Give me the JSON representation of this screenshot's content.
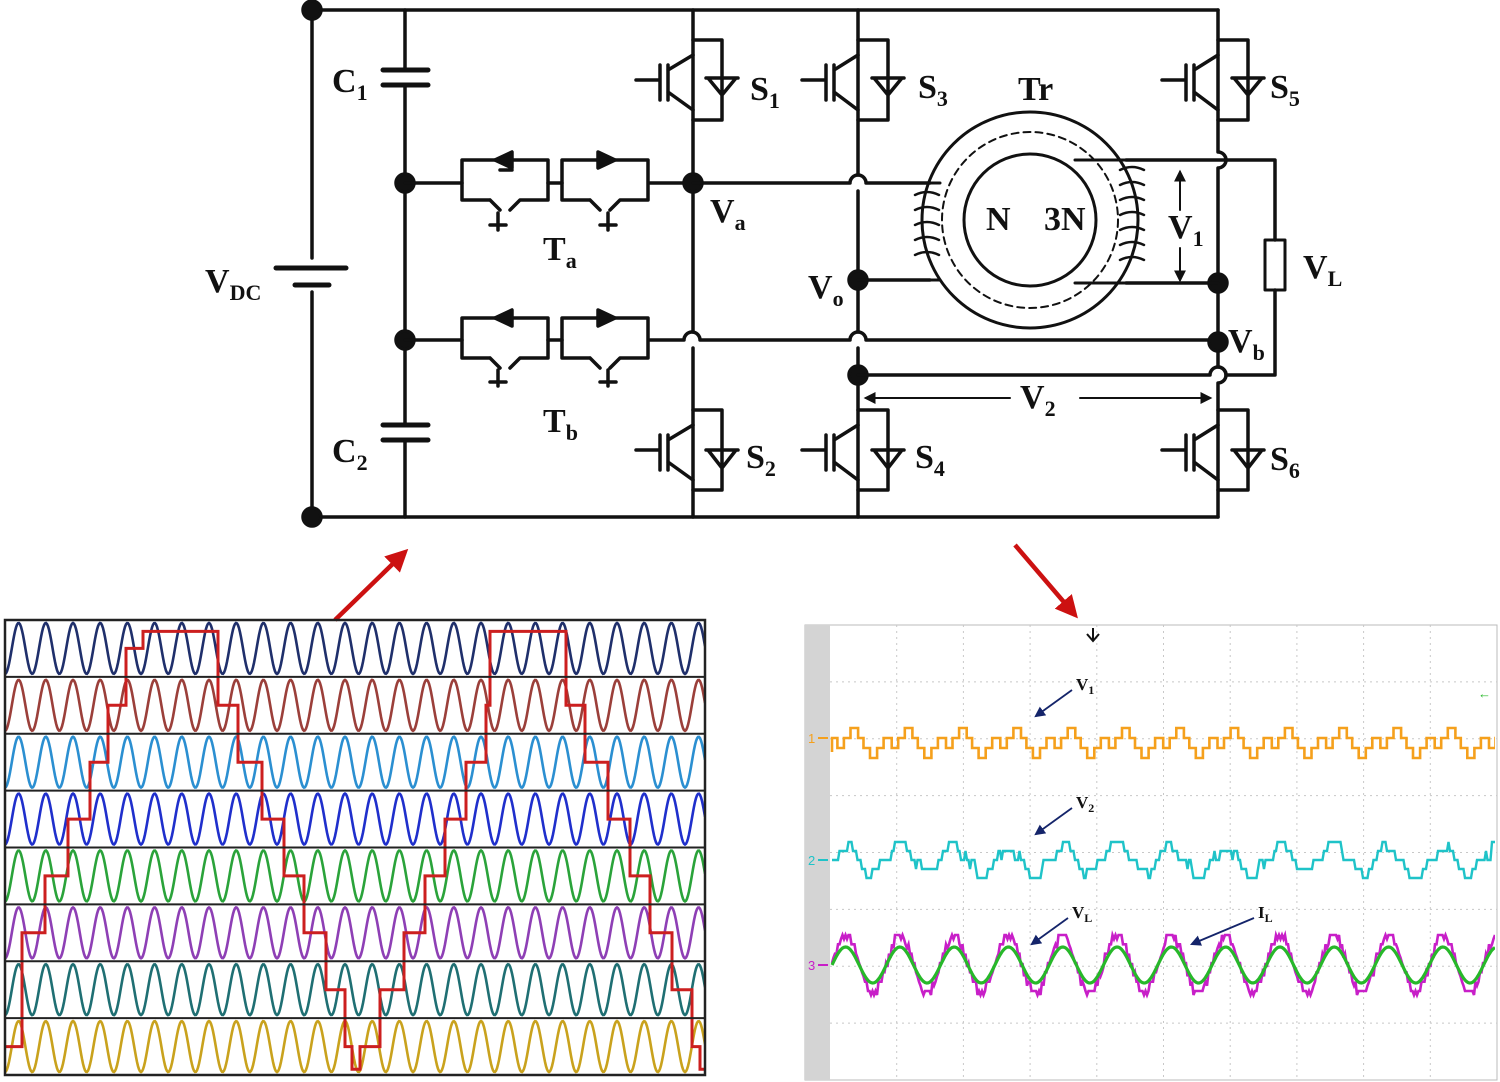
{
  "circuit": {
    "labels": {
      "vdc": {
        "main": "V",
        "sub": "DC"
      },
      "c1": {
        "main": "C",
        "sub": "1"
      },
      "c2": {
        "main": "C",
        "sub": "2"
      },
      "ta": {
        "main": "T",
        "sub": "a"
      },
      "tb": {
        "main": "T",
        "sub": "b"
      },
      "va": {
        "main": "V",
        "sub": "a"
      },
      "vo": {
        "main": "V",
        "sub": "o"
      },
      "vb": {
        "main": "V",
        "sub": "b"
      },
      "s1": {
        "main": "S",
        "sub": "1"
      },
      "s2": {
        "main": "S",
        "sub": "2"
      },
      "s3": {
        "main": "S",
        "sub": "3"
      },
      "s4": {
        "main": "S",
        "sub": "4"
      },
      "s5": {
        "main": "S",
        "sub": "5"
      },
      "s6": {
        "main": "S",
        "sub": "6"
      },
      "tr": "Tr",
      "n": "N",
      "n3": "3N",
      "v1": {
        "main": "V",
        "sub": "1"
      },
      "v2": {
        "main": "V",
        "sub": "2"
      },
      "vl": {
        "main": "V",
        "sub": "L"
      }
    }
  },
  "pwm_panel": {
    "band_colors": [
      "#1f2f6b",
      "#9b3f3a",
      "#2b8fd1",
      "#1f2fcc",
      "#2aa33a",
      "#8e3fb5",
      "#1f6f73",
      "#c9a21d"
    ],
    "staircase_color": "#cc1f1f",
    "arrow_color": "#cc1111"
  },
  "scope": {
    "channels": [
      {
        "marker": "1",
        "color": "#f5a01c",
        "label": {
          "main": "V",
          "sub": "1"
        }
      },
      {
        "marker": "2",
        "color": "#1fc3c8",
        "label": {
          "main": "V",
          "sub": "2"
        }
      },
      {
        "marker": "3",
        "color": "#c81fc8",
        "label": {
          "main": "V",
          "sub": "L"
        }
      },
      {
        "marker": "",
        "color": "#27b82a",
        "label": {
          "main": "I",
          "sub": "L"
        }
      }
    ],
    "trigger_marker": "←"
  }
}
